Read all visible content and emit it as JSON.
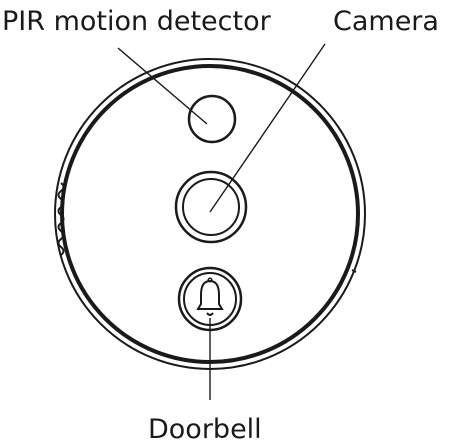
{
  "labels": {
    "pir": "PIR motion detector",
    "camera": "Camera",
    "doorbell": "Doorbell"
  },
  "colors": {
    "stroke": "#1a1a1a",
    "background": "#ffffff"
  },
  "icons": {
    "doorbell_button": "bell-icon"
  }
}
